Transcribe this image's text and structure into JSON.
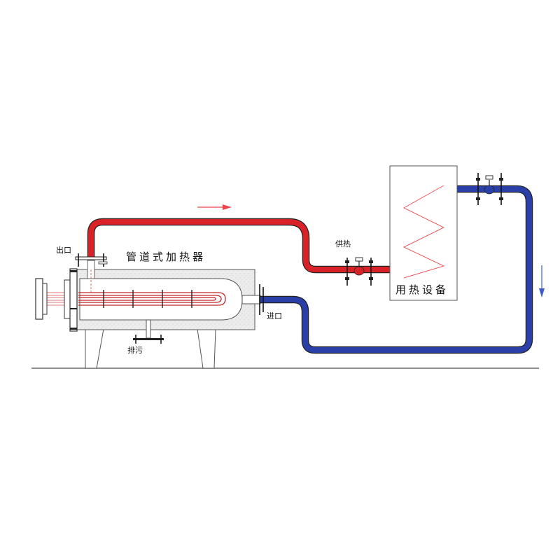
{
  "labels": {
    "heater_title": "管道式加热器",
    "equipment_title": "用热设备",
    "outlet": "出口",
    "inlet": "进口",
    "supply": "供热",
    "drain": "排污"
  },
  "colors": {
    "hot_pipe": "#d92128",
    "cold_pipe": "#2b3fa8",
    "hot_arrow": "#e8474b",
    "cold_arrow": "#3d5cc8",
    "heater_body": "#e6e6e6",
    "insulation": "#ededed",
    "outline": "#555555",
    "heating_element": "#c0252a",
    "zigzag": "#e8595c",
    "ground": "#6b6b6b"
  }
}
